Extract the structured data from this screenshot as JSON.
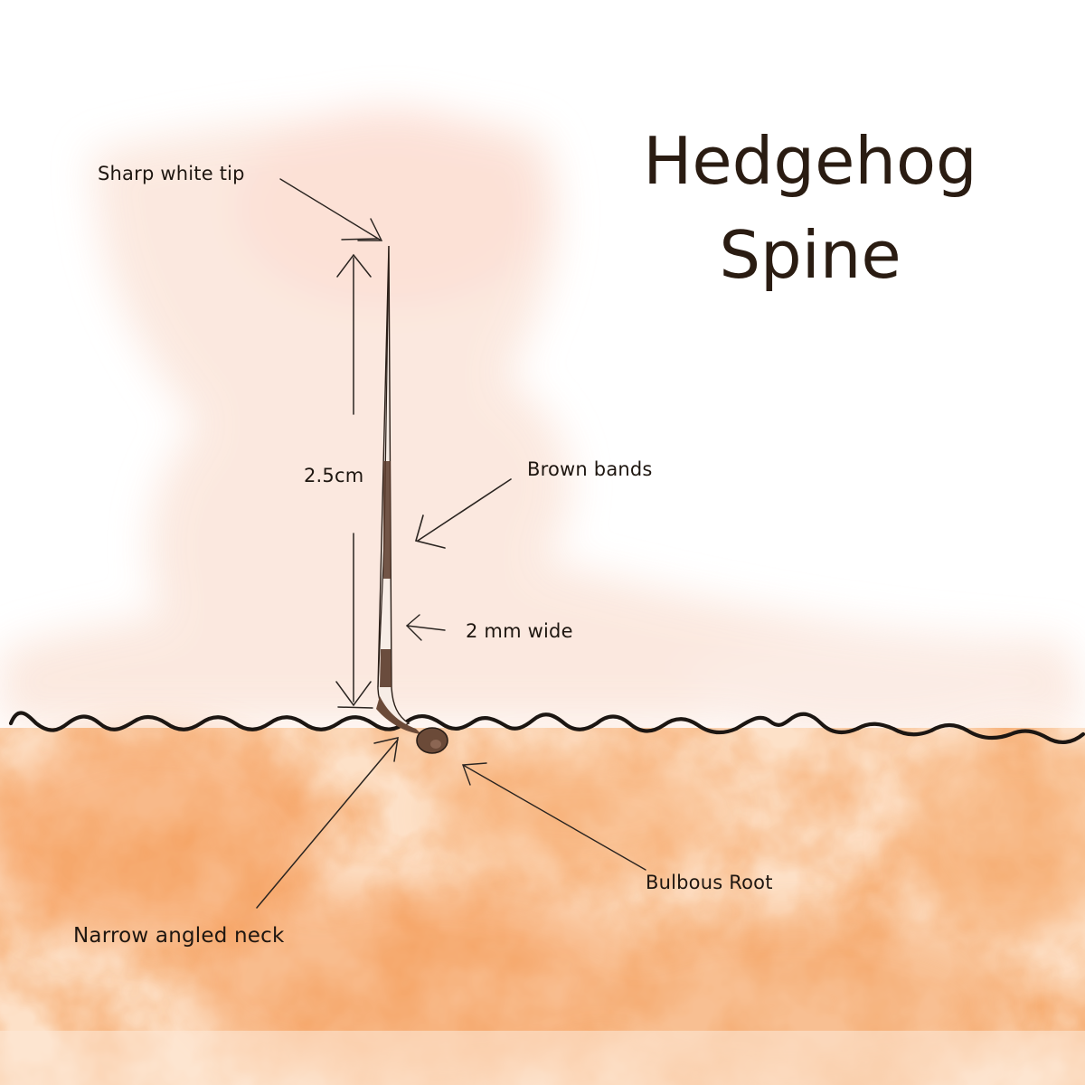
{
  "title": {
    "line1": "Hedgehog",
    "line2": "Spine"
  },
  "labels": {
    "tip": "Sharp white tip",
    "length": "2.5cm",
    "bands": "Brown bands",
    "width": "2 mm wide",
    "root": "Bulbous Root",
    "neck": "Narrow angled neck"
  },
  "colors": {
    "background": "#ffffff",
    "fur_wash": "#fbe7dc",
    "skin": "#f6ab6f",
    "ink": "#1c1612",
    "spine_brown": "#5a3a2a",
    "root_brown": "#6b4a38"
  }
}
